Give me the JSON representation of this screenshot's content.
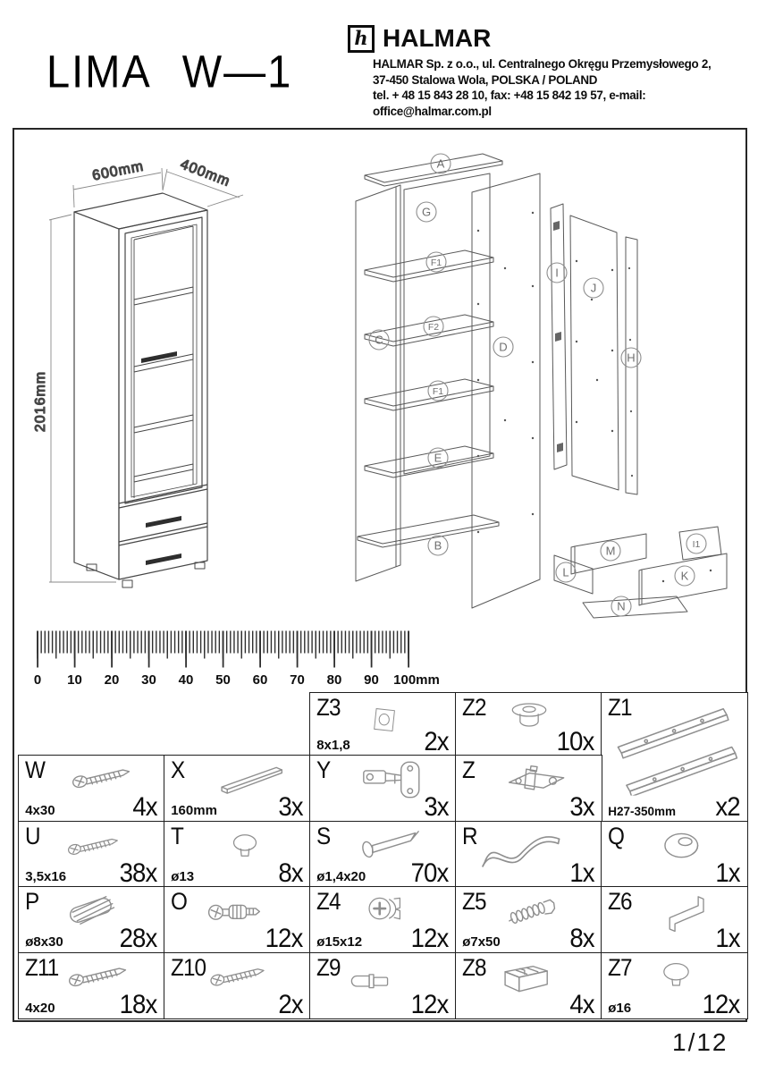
{
  "header": {
    "title_name": "LIMA",
    "title_model": "W—1",
    "logo_glyph": "h",
    "brand": "HALMAR",
    "address1": "HALMAR Sp. z o.o., ul. Centralnego Okręgu Przemysłowego 2,",
    "address2": "37-450 Stalowa Wola, POLSKA  / POLAND",
    "address3": "tel. + 48 15 843 28 10, fax: +48 15 842 19 57, e-mail: office@halmar.com.pl"
  },
  "drawing": {
    "dim_width": "600mm",
    "dim_depth": "400mm",
    "dim_height": "2016mm"
  },
  "exploded": {
    "labels": {
      "a": "A",
      "b": "B",
      "c": "C",
      "d": "D",
      "e": "E",
      "f1": "F1",
      "f2": "F2",
      "f1b": "F1",
      "g": "G",
      "h": "H",
      "i": "I",
      "j": "J",
      "k": "K",
      "l": "L",
      "m": "M",
      "n": "N",
      "i1": "I1"
    }
  },
  "ruler": {
    "labels": [
      "0",
      "10",
      "20",
      "30",
      "40",
      "50",
      "60",
      "70",
      "80",
      "90",
      "100mm"
    ]
  },
  "table": {
    "cells": [
      {
        "code": "Z3",
        "spec": "8x1,8",
        "qty": "2x"
      },
      {
        "code": "Z2",
        "spec": "",
        "qty": "10x"
      },
      {
        "code": "Z1",
        "spec": "H27-350mm",
        "qty": "x2"
      },
      {
        "code": "W",
        "spec": "4x30",
        "qty": "4x"
      },
      {
        "code": "X",
        "spec": "160mm",
        "qty": "3x"
      },
      {
        "code": "Y",
        "spec": "",
        "qty": "3x"
      },
      {
        "code": "Z",
        "spec": "",
        "qty": "3x"
      },
      {
        "code": "U",
        "spec": "3,5x16",
        "qty": "38x"
      },
      {
        "code": "T",
        "spec": "ø13",
        "qty": "8x"
      },
      {
        "code": "S",
        "spec": "ø1,4x20",
        "qty": "70x"
      },
      {
        "code": "R",
        "spec": "",
        "qty": "1x"
      },
      {
        "code": "Q",
        "spec": "",
        "qty": "1x"
      },
      {
        "code": "P",
        "spec": "ø8x30",
        "qty": "28x"
      },
      {
        "code": "O",
        "spec": "",
        "qty": "12x"
      },
      {
        "code": "Z4",
        "spec": "ø15x12",
        "qty": "12x"
      },
      {
        "code": "Z5",
        "spec": "ø7x50",
        "qty": "8x"
      },
      {
        "code": "Z6",
        "spec": "",
        "qty": "1x"
      },
      {
        "code": "Z11",
        "spec": "4x20",
        "qty": "18x"
      },
      {
        "code": "Z10",
        "spec": "",
        "qty": "2x"
      },
      {
        "code": "Z9",
        "spec": "",
        "qty": "12x"
      },
      {
        "code": "Z8",
        "spec": "",
        "qty": "4x"
      },
      {
        "code": "Z7",
        "spec": "ø16",
        "qty": "12x"
      }
    ]
  },
  "footer": {
    "page": "1/12"
  }
}
